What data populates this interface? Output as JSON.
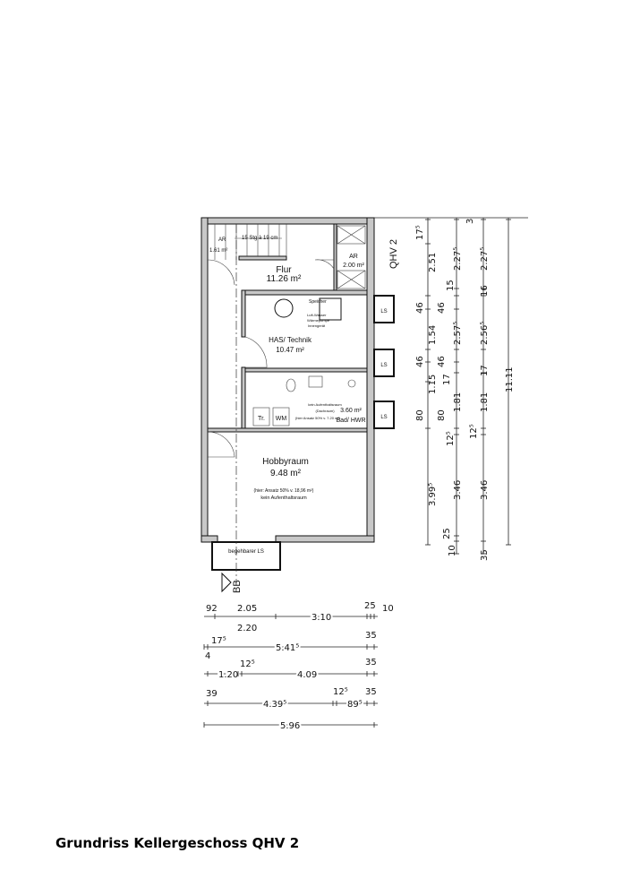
{
  "title": "Grundriss Kellergeschoss QHV 2",
  "house_label": "QHV 2",
  "section_label": "BB",
  "rooms": {
    "ar_left": {
      "name": "AR",
      "area": "1.61 m²"
    },
    "stairs": "15 Stg à 19 cm",
    "flur": {
      "name": "Flur",
      "area": "11.26 m²"
    },
    "ar_right": {
      "name": "AR",
      "area": "2.00 m²"
    },
    "technik": {
      "name": "HAS/ Technik",
      "area": "10.47 m²",
      "speicher": "Speicher",
      "pump1": "Luft-Wasser",
      "pump2": "Wärmepumpe",
      "pump3": "Innengerät"
    },
    "bad": {
      "name": "Bad/ HWR",
      "area": "3.60 m²",
      "note1": "kein Aufenthaltsraum",
      "note2": "(Dachraum)",
      "note3": "(hier Ansatz 50% v. 7.20 m²)",
      "tr": "Tr.",
      "wm": "WM"
    },
    "hobby": {
      "name": "Hobbyraum",
      "area": "9.48 m²",
      "note1": "(hier: Ansatz 50% v. 18,96 m²)",
      "note2": "kein Aufenthaltsraum"
    },
    "ls_walk": "begehbarer LS",
    "ls": "LS"
  },
  "dims_vertical": {
    "c1": [
      "17⁵",
      "2.51",
      "46",
      "1.54",
      "46",
      "1.15",
      "80",
      "3.99⁵"
    ],
    "c2": [
      "2.27⁵",
      "15",
      "46",
      "2.57⁵",
      "46",
      "17",
      "1.81",
      "80",
      "12⁵",
      "3.46",
      "25",
      "10"
    ],
    "c3": [
      "3",
      "2.27⁵",
      "16",
      "2.56⁵",
      "17",
      "1.81",
      "12⁵",
      "3.46",
      "35"
    ],
    "c4": [
      "11.11"
    ]
  },
  "dims_horizontal": {
    "r1": [
      "92",
      "2.05",
      "3.10",
      "25",
      "10",
      "2.20"
    ],
    "r2": [
      "17⁵",
      "5.41⁵",
      "35",
      "4"
    ],
    "r3": [
      "1.20",
      "12⁵",
      "4.09",
      "35"
    ],
    "r4": [
      "39",
      "4.39⁵",
      "12⁵",
      "89⁵",
      "35"
    ],
    "r5": [
      "5.96"
    ]
  }
}
